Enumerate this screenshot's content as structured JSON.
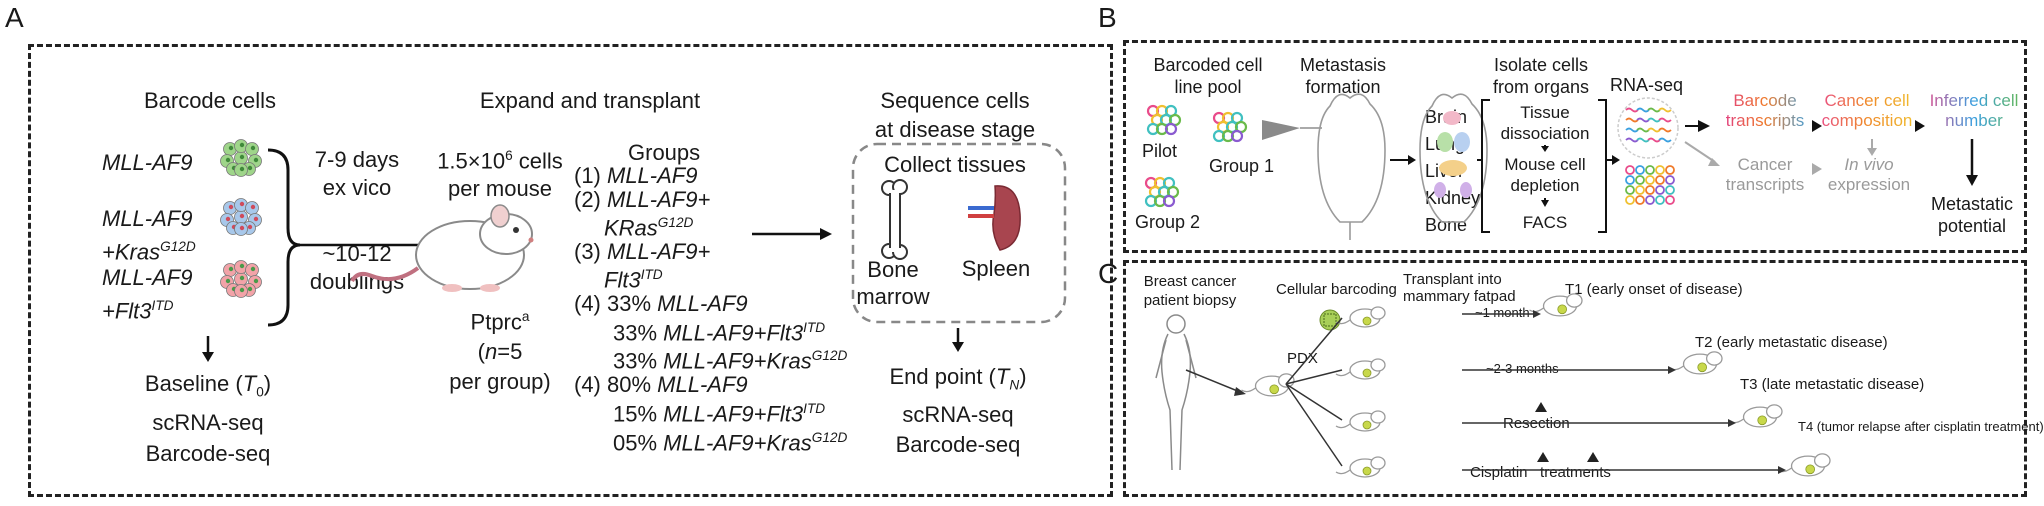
{
  "panels": {
    "a": {
      "letter": "A",
      "barcode_title": "Barcode cells",
      "lines": [
        {
          "main": "MLL-AF9",
          "second": "",
          "sup": ""
        },
        {
          "main": "MLL-AF9",
          "second": "+Kras",
          "sup": "G12D"
        },
        {
          "main": "MLL-AF9",
          "second": "+Flt3",
          "sup": "ITD"
        }
      ],
      "culture_top": "7-9 days",
      "culture_mid": "ex vico",
      "culture_num": "~10-12",
      "culture_bot": "doublings",
      "baseline_pre": "Baseline (",
      "baseline_t": "T",
      "baseline_sub": "0",
      "baseline_post": ")",
      "baseline_l2": "scRNA-seq",
      "baseline_l3": "Barcode-seq",
      "expand_title": "Expand and transplant",
      "cells_pre": "1.5×10",
      "cells_sup": "6",
      "cells_post": " cells",
      "per_mouse": "per mouse",
      "ptprc": "Ptprc",
      "ptprc_sup": "a",
      "n_pre": "(",
      "n_var": "n",
      "n_post": "=5",
      "per_group": "per group)",
      "groups_title": "Groups",
      "groups": [
        {
          "num": "(1) ",
          "pct": "",
          "name": "MLL-AF9",
          "sup": ""
        },
        {
          "num": "(2) ",
          "pct": "",
          "name": "MLL-AF9+",
          "sup": ""
        },
        {
          "num": "",
          "pct": "",
          "name": "KRas",
          "sup": "G12D"
        },
        {
          "num": "(3) ",
          "pct": "",
          "name": "MLL-AF9+",
          "sup": ""
        },
        {
          "num": "",
          "pct": "",
          "name": "Flt3",
          "sup": "ITD"
        },
        {
          "num": "(4) ",
          "pct": "33% ",
          "name": "MLL-AF9",
          "sup": ""
        },
        {
          "num": "",
          "pct": "33% ",
          "name": "MLL-AF9+Flt3",
          "sup": "ITD"
        },
        {
          "num": "",
          "pct": "33% ",
          "name": "MLL-AF9+Kras",
          "sup": "G12D"
        },
        {
          "num": "(4) ",
          "pct": "80% ",
          "name": "MLL-AF9",
          "sup": ""
        },
        {
          "num": "",
          "pct": "15% ",
          "name": "MLL-AF9+Flt3",
          "sup": "ITD"
        },
        {
          "num": "",
          "pct": "05% ",
          "name": "MLL-AF9+Kras",
          "sup": "G12D"
        }
      ],
      "seq_title_1": "Sequence cells",
      "seq_title_2": "at disease stage",
      "collect": "Collect tissues",
      "bone_1": "Bone",
      "bone_2": "marrow",
      "spleen": "Spleen",
      "end_pre": "End point (",
      "end_t": "T",
      "end_sub": "N",
      "end_post": ")",
      "end_l2": "scRNA-seq",
      "end_l3": "Barcode-seq"
    },
    "b": {
      "letter": "B",
      "pool_1": "Barcoded cell",
      "pool_2": "line pool",
      "pilot": "Pilot",
      "group1": "Group 1",
      "group2": "Group 2",
      "meta_1": "Metastasis",
      "meta_2": "formation",
      "isolate_1": "Isolate cells",
      "isolate_2": "from organs",
      "organs": [
        "Brain",
        "Lung",
        "Liver",
        "Kidney",
        "Bone"
      ],
      "steps": [
        "Tissue",
        "dissociation",
        "Mouse cell",
        "depletion",
        "FACS"
      ],
      "rnaseq": "RNA-seq",
      "bt_1": "Barcode",
      "bt_2": "transcripts",
      "cc_1": "Cancer cell",
      "cc_2": "composition",
      "ic_1": "Inferred cell",
      "ic_2": "number",
      "ct_1": "Cancer",
      "ct_2": "transcripts",
      "iv_1": "In vivo",
      "iv_2": "expression",
      "mp_1": "Metastatic",
      "mp_2": "potential",
      "arrow_colors": [
        "#3aa0e0",
        "#e94b8a",
        "#6aba4a",
        "#f0c030",
        "#f07a2a",
        "#8a5ad0"
      ]
    },
    "c": {
      "letter": "C",
      "biopsy_1": "Breast cancer",
      "biopsy_2": "patient biopsy",
      "barcoding": "Cellular barcoding",
      "transplant_1": "Transplant into",
      "transplant_2": "mammary fatpad",
      "pdx": "PDX",
      "one_month": "~1 month",
      "two_three": "~2-3 months",
      "t1": "T1 (early onset of disease)",
      "t2": "T2 (early metastatic disease)",
      "t3": "T3 (late metastatic disease)",
      "t4": "T4 (tumor relapse after cisplatin treatment)",
      "resection": "Resection",
      "cisplatin": "Cisplatin",
      "treatments": "treatments",
      "tumor_color": "#c8d84a"
    }
  }
}
